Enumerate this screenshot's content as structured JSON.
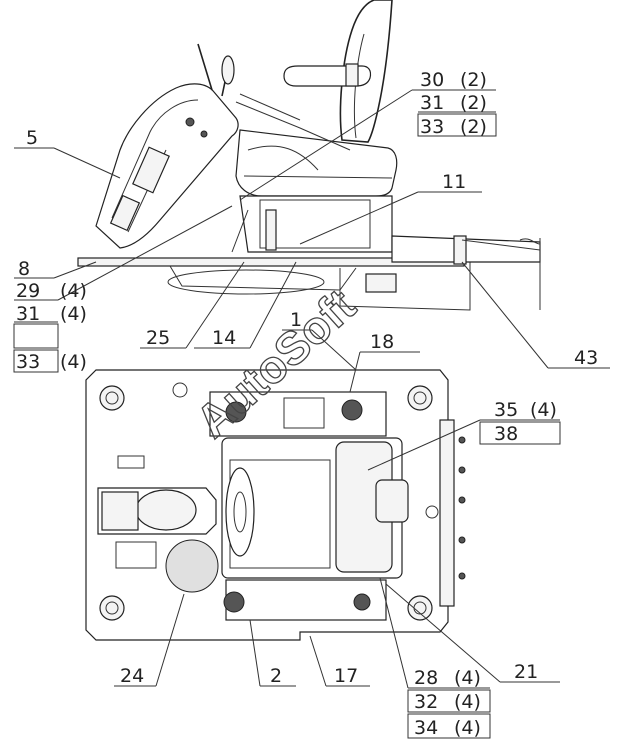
{
  "callouts": {
    "c5": "5",
    "c8": "8",
    "c11": "11",
    "c14": "14",
    "c25": "25",
    "c1": "1",
    "c18": "18",
    "c43": "43",
    "c30": "30",
    "c31a": "31",
    "c33a": "33",
    "c29": "29",
    "c31b": "31",
    "c33b": "33",
    "c35": "35",
    "c38": "38",
    "c24": "24",
    "c2": "2",
    "c17": "17",
    "c21": "21",
    "c28": "28",
    "c32": "32",
    "c34": "34"
  },
  "quantities": {
    "q30": "(2)",
    "q31a": "(2)",
    "q33a": "(2)",
    "q29": "(4)",
    "q31b": "(4)",
    "q33b": "(4)",
    "q35": "(4)",
    "q28": "(4)",
    "q32": "(4)",
    "q34": "(4)"
  },
  "watermark": "AutoSoft"
}
